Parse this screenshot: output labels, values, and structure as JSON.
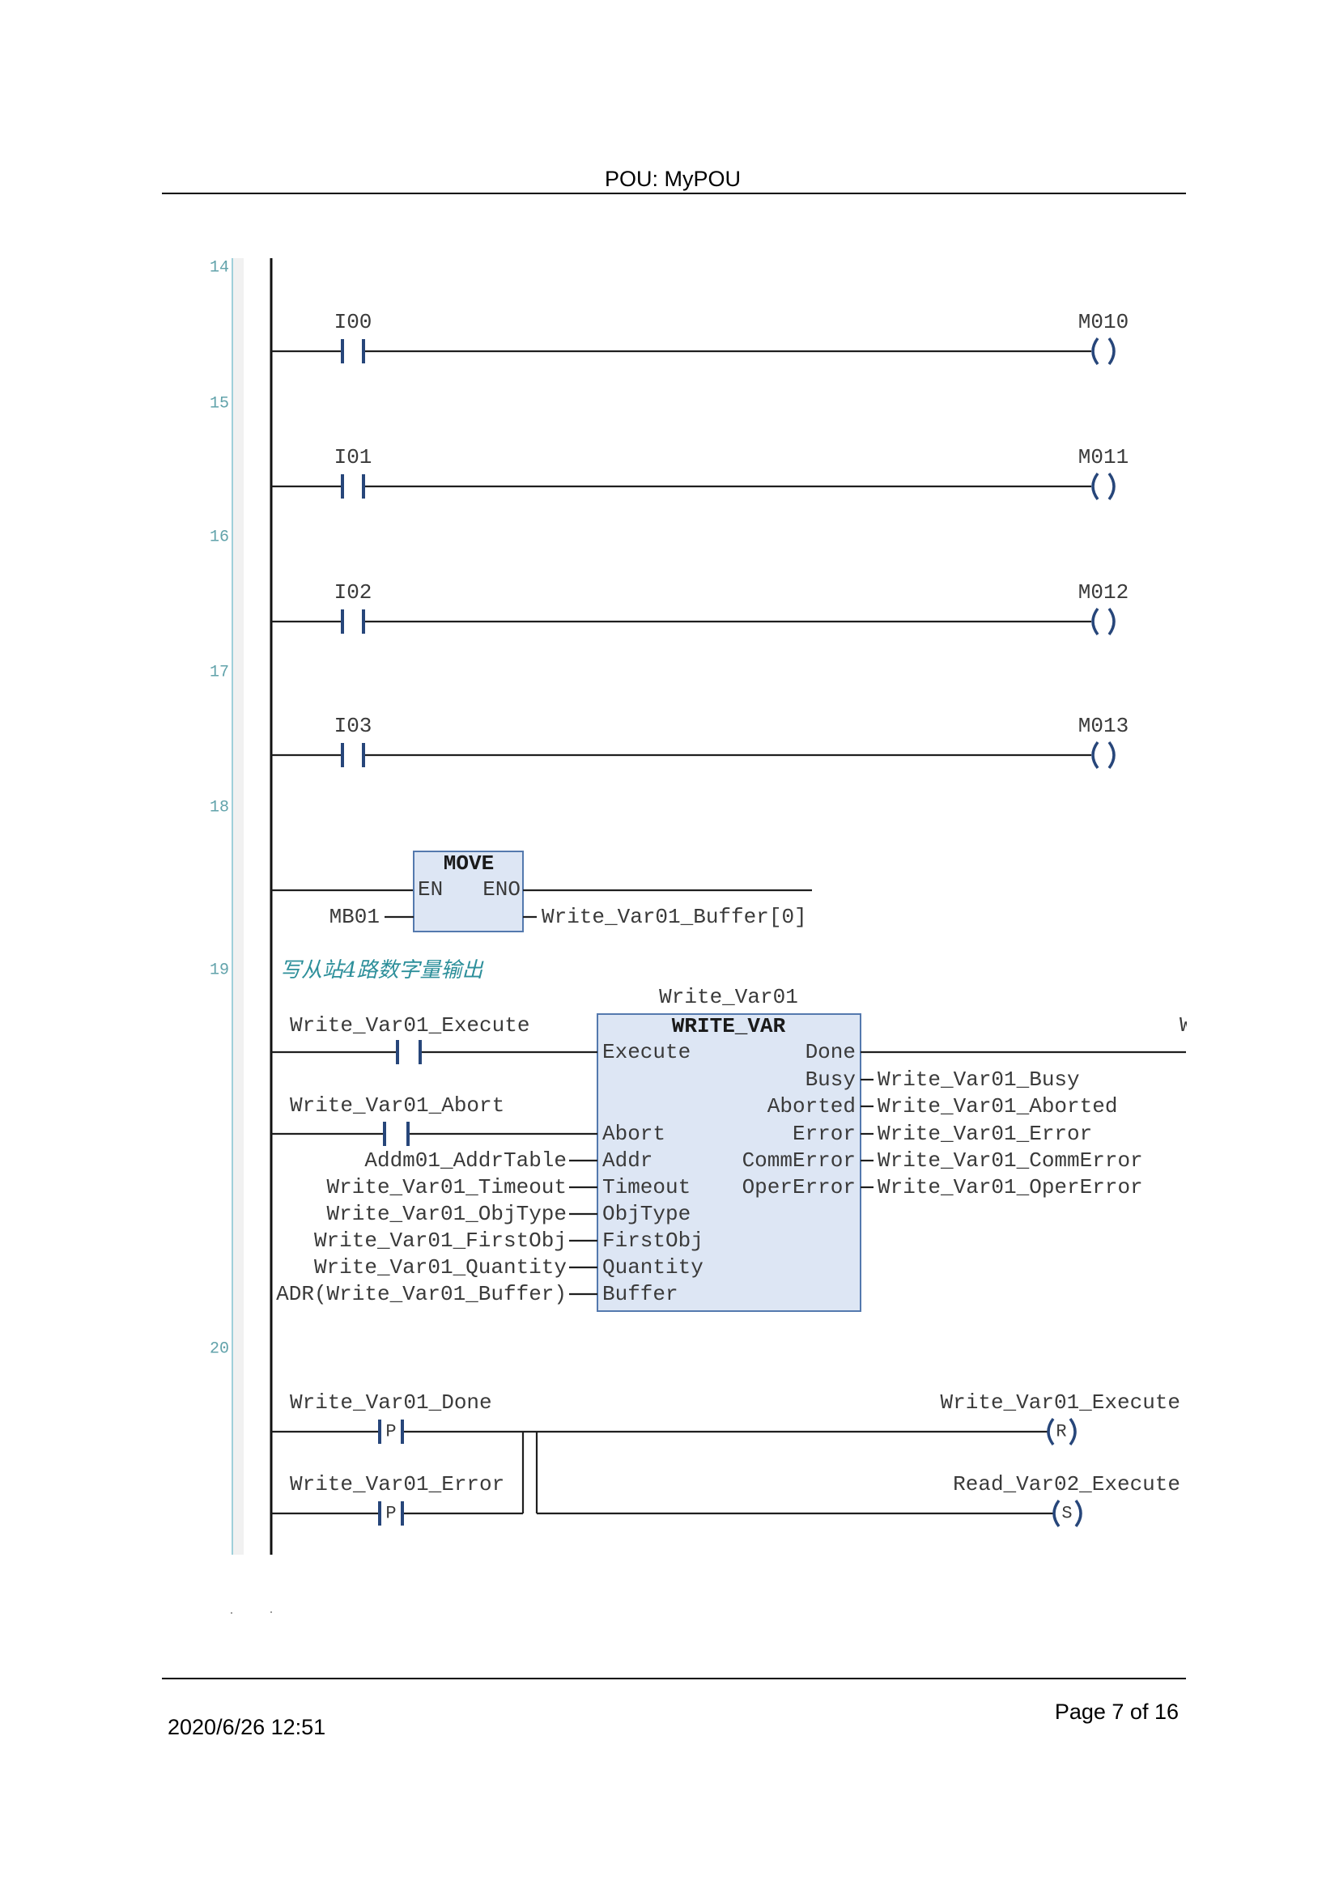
{
  "header": {
    "title": "POU: MyPOU"
  },
  "colors": {
    "wire": "#1f1f1f",
    "symbol": "#27467a",
    "block_fill": "#dde6f4",
    "block_border": "#5479ae",
    "line_number": "#62a3ab",
    "comment": "#2d8f9a",
    "text": "#3a3a3a"
  },
  "networks": [
    {
      "number": "14",
      "contact": "I00",
      "coil": "M010"
    },
    {
      "number": "15",
      "contact": "I01",
      "coil": "M011"
    },
    {
      "number": "16",
      "contact": "I02",
      "coil": "M012"
    },
    {
      "number": "17",
      "contact": "I03",
      "coil": "M013"
    },
    {
      "number": "18",
      "block": {
        "type": "MOVE",
        "en": "EN",
        "eno": "ENO",
        "input": "MB01",
        "output": "Write_Var01_Buffer[0]"
      }
    },
    {
      "number": "19",
      "comment": "写从站4路数字量输出",
      "instance": "Write_Var01",
      "contacts": [
        {
          "variable": "Write_Var01_Execute"
        },
        {
          "variable": "Write_Var01_Abort"
        }
      ],
      "block": {
        "type": "WRITE_VAR",
        "inputs": [
          {
            "pin": "Execute"
          },
          {
            "pin": "Abort"
          },
          {
            "pin": "Addr",
            "variable": "Addm01_AddrTable"
          },
          {
            "pin": "Timeout",
            "variable": "Write_Var01_Timeout"
          },
          {
            "pin": "ObjType",
            "variable": "Write_Var01_ObjType"
          },
          {
            "pin": "FirstObj",
            "variable": "Write_Var01_FirstObj"
          },
          {
            "pin": "Quantity",
            "variable": "Write_Var01_Quantity"
          },
          {
            "pin": "Buffer",
            "variable": "ADR(Write_Var01_Buffer)"
          }
        ],
        "outputs": [
          {
            "pin": "Done"
          },
          {
            "pin": "Busy",
            "variable": "Write_Var01_Busy"
          },
          {
            "pin": "Aborted",
            "variable": "Write_Var01_Aborted"
          },
          {
            "pin": "Error",
            "variable": "Write_Var01_Error"
          },
          {
            "pin": "CommError",
            "variable": "Write_Var01_CommError"
          },
          {
            "pin": "OperError",
            "variable": "Write_Var01_OperError"
          }
        ]
      },
      "offpage_label": "W"
    },
    {
      "number": "20",
      "contacts": [
        {
          "variable": "Write_Var01_Done",
          "modifier": "P"
        },
        {
          "variable": "Write_Var01_Error",
          "modifier": "P"
        }
      ],
      "coils": [
        {
          "variable": "Write_Var01_Execute",
          "modifier": "R"
        },
        {
          "variable": "Read_Var02_Execute",
          "modifier": "S"
        }
      ]
    }
  ],
  "footer": {
    "timestamp": "2020/6/26 12:51",
    "page": "Page 7 of 16"
  }
}
